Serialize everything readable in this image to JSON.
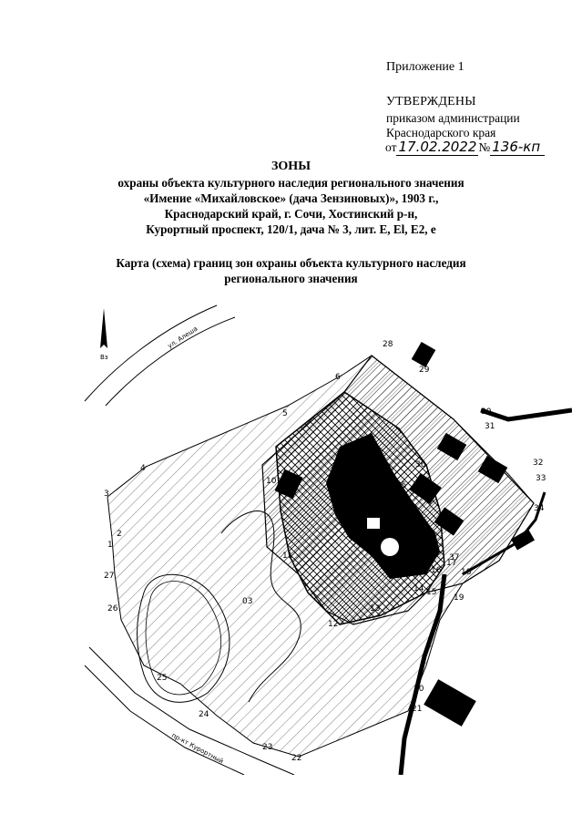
{
  "header": {
    "appendix": "Приложение 1",
    "approved": "УТВЕРЖДЕНЫ",
    "order_line1": "приказом администрации",
    "order_line2": "Краснодарского края",
    "date_prefix": "от",
    "date": "17.02.2022",
    "number_prefix": "№",
    "number": "136-кп"
  },
  "title": {
    "heading": "ЗОНЫ",
    "line1": "охраны объекта культурного наследия регионального значения",
    "line2": "«Имение «Михайловское» (дача Зензиновых)», 1903 г.,",
    "line3": "Краснодарский край, г. Сочи, Хостинский р-н,",
    "line4": "Курортный проспект, 120/1, дача № 3, лит. Е, El, Е2, е"
  },
  "map_title": {
    "line1": "Карта (схема) границ зон охраны объекта культурного наследия",
    "line2": "регионального значения"
  },
  "map": {
    "north_label": "Вз",
    "street_top": "ул. Алеша",
    "street_bottom": "пр-кт Курортный",
    "zone_label": "03",
    "point_labels": [
      "1",
      "2",
      "3",
      "4",
      "5",
      "6",
      "28",
      "29",
      "30",
      "31",
      "32",
      "33",
      "34",
      "35",
      "36",
      "37",
      "10",
      "11",
      "12",
      "13",
      "14",
      "15",
      "16",
      "17",
      "18",
      "19",
      "20",
      "21",
      "22",
      "23",
      "24",
      "25",
      "26",
      "27"
    ]
  }
}
